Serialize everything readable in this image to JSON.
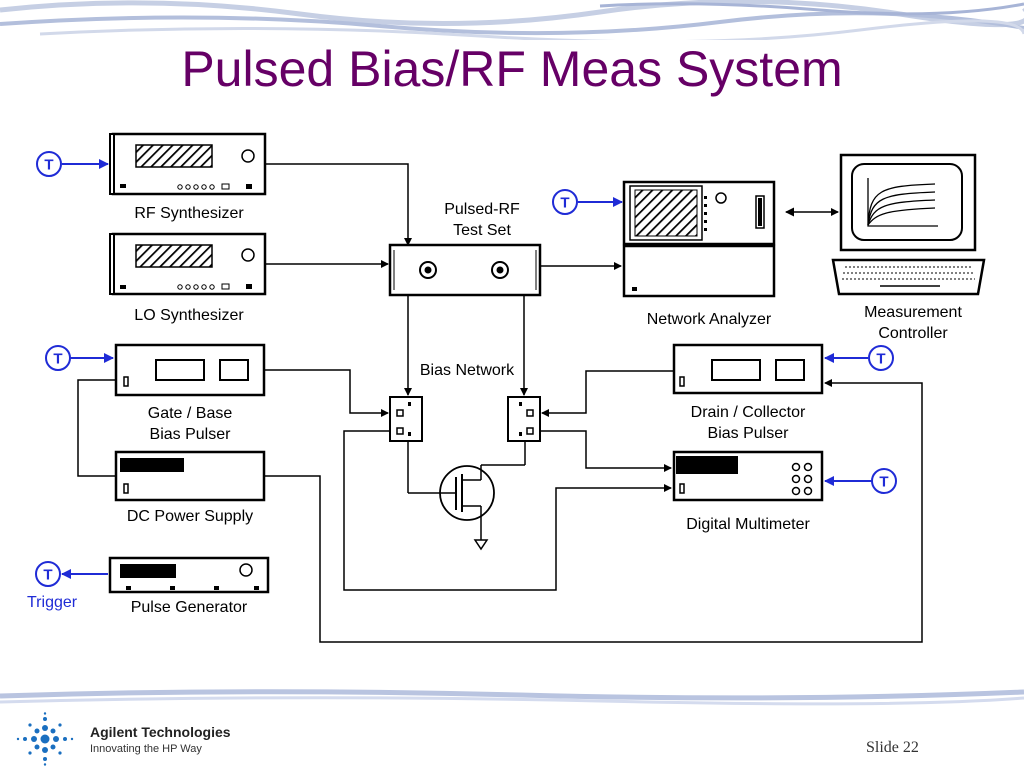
{
  "slide": {
    "title": "Pulsed Bias/RF Meas System",
    "slide_number": "Slide 22"
  },
  "branding": {
    "company": "Agilent Technologies",
    "tagline": "Innovating the HP Way"
  },
  "instruments": {
    "rf_synthesizer": "RF Synthesizer",
    "lo_synthesizer": "LO Synthesizer",
    "test_set_line1": "Pulsed-RF",
    "test_set_line2": "Test Set",
    "network_analyzer": "Network Analyzer",
    "controller_line1": "Measurement",
    "controller_line2": "Controller",
    "gate_pulser_line1": "Gate / Base",
    "gate_pulser_line2": "Bias Pulser",
    "drain_pulser_line1": "Drain / Collector",
    "drain_pulser_line2": "Bias Pulser",
    "bias_network": "Bias Network",
    "dc_power_supply": "DC Power Supply",
    "digital_multimeter": "Digital Multimeter",
    "pulse_generator": "Pulse Generator"
  },
  "trigger": {
    "symbol": "T",
    "label": "Trigger"
  },
  "colors": {
    "title": "#660066",
    "trigger": "#1f2bd6",
    "instrument_line": "#000000"
  }
}
